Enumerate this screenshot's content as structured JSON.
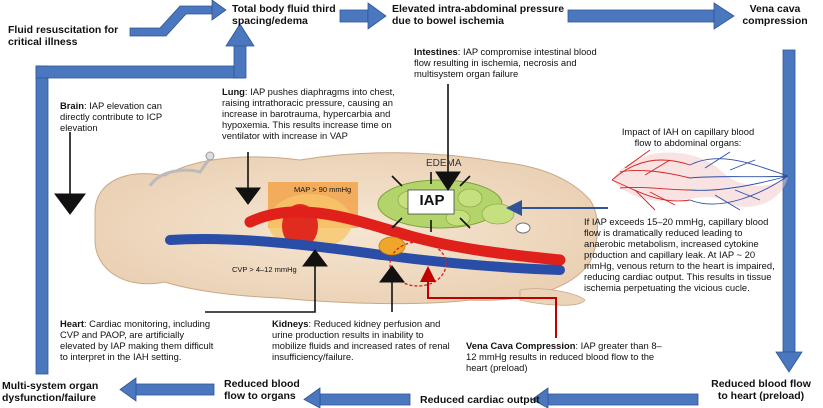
{
  "flow": {
    "fluid_resuscitation": "Fluid resuscitation for critical illness",
    "third_spacing": "Total body fluid third spacing/edema",
    "elevated_iap": "Elevated intra-abdominal pressure due to bowel ischemia",
    "vena_cava_compression": "Vena cava compression",
    "reduced_blood_flow_heart": "Reduced blood flow to heart (preload)",
    "reduced_cardiac_output": "Reduced cardiac output",
    "reduced_blood_flow_organs": "Reduced blood flow to organs",
    "multi_system_failure": "Multi-system organ dysfunction/failure"
  },
  "callouts": {
    "intestines": {
      "title": "Intestines",
      "text": ": IAP compromise intestinal blood flow resulting in ischemia, necrosis and multisystem organ failure"
    },
    "brain": {
      "title": "Brain",
      "text": ": IAP elevation can directly contribute to ICP elevation"
    },
    "lung": {
      "title": "Lung",
      "text": ": IAP pushes diaphragms into chest, raising intrathoracic pressure, causing an increase in barotrauma, hypercarbia and hypoxemia. This results increase time on ventilator with increase in VAP"
    },
    "capillary": {
      "text": "Impact of IAH on capillary blood flow to abdominal organs:"
    },
    "iap_threshold": {
      "text": "If IAP exceeds 15–20 mmHg, capillary blood flow is dramatically reduced leading to anaerobic metabolism, increased cytokine production and capillary leak. At IAP ~ 20 mmHg, venous return to the heart is impaired, reducing cardiac output. This results in tissue ischemia perpetuating the vicious cucle."
    },
    "heart": {
      "title": "Heart",
      "text": ": Cardiac monitoring, including CVP and PAOP, are artificially elevated by IAP making them difficult to interpret in the IAH setting."
    },
    "kidneys": {
      "title": "Kidneys",
      "text": ": Reduced kidney perfusion and urine production results in inability to mobilize fluids and increased rates of renal insufficiency/failure."
    },
    "vena_cava": {
      "title": "Vena Cava Compression",
      "text": ": IAP greater than 8–12 mmHg results in reduced blood flow to the heart (preload)"
    }
  },
  "illustration": {
    "edema_label": "EDEMA",
    "iap_label": "IAP",
    "map_label": "MAP > 90 mmHg",
    "cvp_label": "CVP > 4–12 mmHg"
  },
  "colors": {
    "arrow_blue": "#4a77bd",
    "arrow_dark": "#2f5597",
    "artery_red": "#e0201b",
    "vein_blue": "#2a4ea8",
    "skin": "#f0dcc4",
    "intestine_green": "#b3d46a",
    "pointer_red": "#c00000"
  }
}
